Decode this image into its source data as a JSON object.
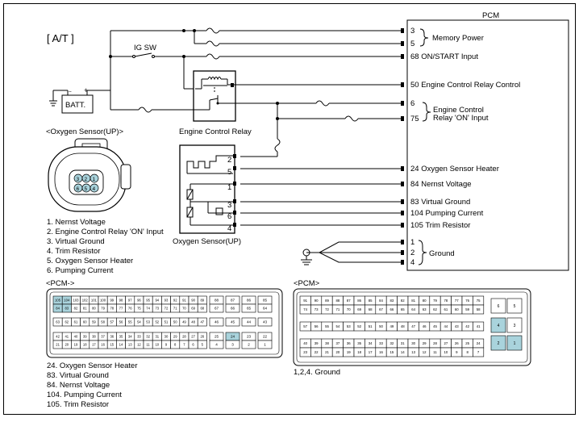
{
  "mode_label": "[ A/T ]",
  "pcm_title": "PCM",
  "ig_sw": "IG SW",
  "battery": "BATT.",
  "battery_plus": "+",
  "battery_minus": "−",
  "relay_label": "Engine Control Relay",
  "sensor_bottom_label": "Oxygen Sensor(UP)",
  "sensor_conn_title": "<Oxygen Sensor(UP)>",
  "pcm_pins": [
    {
      "num": "3",
      "label": ""
    },
    {
      "num": "5",
      "label": ""
    },
    {
      "num": "68",
      "label": "ON/START Input"
    },
    {
      "num": "50",
      "label": "Engine Control Relay Control"
    },
    {
      "num": "6",
      "label": ""
    },
    {
      "num": "75",
      "label": ""
    },
    {
      "num": "24",
      "label": "Oxygen Sensor Heater"
    },
    {
      "num": "84",
      "label": "Nernst Voltage"
    },
    {
      "num": "83",
      "label": "Virtual Ground"
    },
    {
      "num": "104",
      "label": "Pumping Current"
    },
    {
      "num": "105",
      "label": "Trim Resistor"
    },
    {
      "num": "1",
      "label": ""
    },
    {
      "num": "2",
      "label": ""
    },
    {
      "num": "4",
      "label": ""
    }
  ],
  "memory_power": "Memory Power",
  "ecr_on_input_1": "Engine Control",
  "ecr_on_input_2": "Relay 'ON' Input",
  "ground_label": "Ground",
  "sensor_pins": [
    "2",
    "5",
    "1",
    "3",
    "6",
    "4"
  ],
  "sensor_face_pins": {
    "row1": [
      "3",
      "2",
      "1"
    ],
    "row2": [
      "6",
      "5",
      "4"
    ]
  },
  "sensor_pin_list": [
    "1. Nernst Voltage",
    "2. Engine Control Relay 'ON' Input",
    "3. Virtual Ground",
    "4. Trim Resistor",
    "5. Oxygen Sensor Heater",
    "6. Pumping Current"
  ],
  "pcm_conn_left_title": "<PCM->",
  "pcm_conn_right_title": "<PCM>",
  "pcm_left_pin_list": [
    "24. Oxygen Sensor Heater",
    "83. Virtual Ground",
    "84. Nernst Voltage",
    "104. Pumping Current",
    "105. Trim Resistor"
  ],
  "pcm_right_note": "1,2,4. Ground",
  "highlight_color": "#a9d3dc",
  "conn_left": {
    "main": [
      [
        "105",
        "104",
        "103",
        "102",
        "101",
        "100",
        "99",
        "98",
        "97",
        "96",
        "95",
        "94",
        "93",
        "92",
        "91",
        "90",
        "89"
      ],
      [
        "84",
        "83",
        "82",
        "81",
        "80",
        "79",
        "78",
        "77",
        "76",
        "75",
        "74",
        "73",
        "72",
        "71",
        "70",
        "69",
        "68"
      ],
      [
        "63",
        "62",
        "61",
        "60",
        "59",
        "58",
        "57",
        "56",
        "55",
        "54",
        "53",
        "52",
        "51",
        "50",
        "49",
        "48",
        "47"
      ],
      [
        "42",
        "41",
        "40",
        "39",
        "38",
        "37",
        "36",
        "35",
        "34",
        "33",
        "32",
        "31",
        "30",
        "29",
        "28",
        "27",
        "26"
      ],
      [
        "21",
        "20",
        "19",
        "18",
        "17",
        "16",
        "15",
        "14",
        "13",
        "12",
        "11",
        "10",
        "9",
        "8",
        "7",
        "6",
        "5"
      ]
    ],
    "side": [
      [
        "88",
        "87",
        "86",
        "85"
      ],
      [
        "67",
        "66",
        "65",
        "64"
      ],
      [
        "46",
        "45",
        "44",
        "43"
      ],
      [
        "25",
        "24",
        "23",
        "22"
      ],
      [
        "4",
        "3",
        "2",
        "1"
      ]
    ],
    "highlight": [
      "105",
      "104",
      "84",
      "83",
      "24"
    ]
  },
  "conn_right": {
    "main": [
      [
        "91",
        "90",
        "89",
        "88",
        "87",
        "86",
        "85",
        "84",
        "83",
        "82",
        "81",
        "80",
        "79",
        "78",
        "77",
        "76",
        "75"
      ],
      [
        "74",
        "73",
        "72",
        "71",
        "70",
        "69",
        "68",
        "67",
        "66",
        "65",
        "64",
        "63",
        "62",
        "61",
        "60",
        "59",
        "58"
      ],
      [
        "57",
        "56",
        "55",
        "54",
        "53",
        "52",
        "51",
        "50",
        "49",
        "48",
        "47",
        "46",
        "45",
        "44",
        "43",
        "42",
        "41"
      ],
      [
        "40",
        "39",
        "38",
        "37",
        "36",
        "35",
        "34",
        "33",
        "32",
        "31",
        "30",
        "29",
        "28",
        "27",
        "26",
        "25",
        "24"
      ],
      [
        "23",
        "22",
        "21",
        "20",
        "19",
        "18",
        "17",
        "16",
        "15",
        "14",
        "13",
        "12",
        "11",
        "10",
        "9",
        "8",
        "7"
      ]
    ],
    "side": [
      [
        "6",
        "5"
      ],
      [
        "4",
        "3"
      ],
      [
        "2",
        "1"
      ]
    ],
    "highlight": [
      "4",
      "2",
      "1"
    ]
  }
}
